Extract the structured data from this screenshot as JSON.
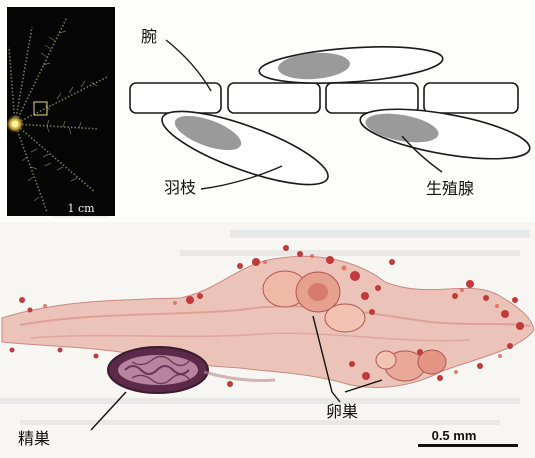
{
  "diagram": {
    "labels": {
      "arm": "腕",
      "pinnule": "羽枝",
      "gonad": "生殖腺"
    }
  },
  "photo": {
    "scale_bar_text": "1 cm"
  },
  "micrograph": {
    "labels": {
      "testis": "精巣",
      "ovary": "卵巣"
    },
    "scale_bar_text": "0.5 mm"
  },
  "colors": {
    "background": "#fdfdfb",
    "photo_bg": "#050505",
    "gonad_fill": "#9a9a9a",
    "tissue_pink": "#e7b4aa",
    "tissue_red": "#c23a3a",
    "testis_purple": "#5a2a48"
  }
}
